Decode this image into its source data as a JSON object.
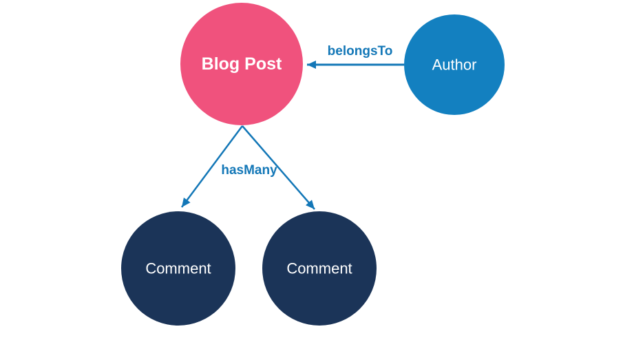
{
  "diagram": {
    "nodes": {
      "blog_post": {
        "label": "Blog Post",
        "fill": "#f0527d"
      },
      "author": {
        "label": "Author",
        "fill": "#1380c0"
      },
      "comment_left": {
        "label": "Comment",
        "fill": "#1b3458"
      },
      "comment_right": {
        "label": "Comment",
        "fill": "#1b3458"
      }
    },
    "edges": {
      "belongs_to": {
        "label": "belongsTo",
        "from": "Author",
        "to": "Blog Post"
      },
      "has_many": {
        "label": "hasMany",
        "from": "Blog Post",
        "to": "Comment"
      }
    },
    "colors": {
      "edge": "#1377b7",
      "edge_label": "#1377b7",
      "node_text": "#ffffff",
      "background": "#ffffff"
    }
  }
}
